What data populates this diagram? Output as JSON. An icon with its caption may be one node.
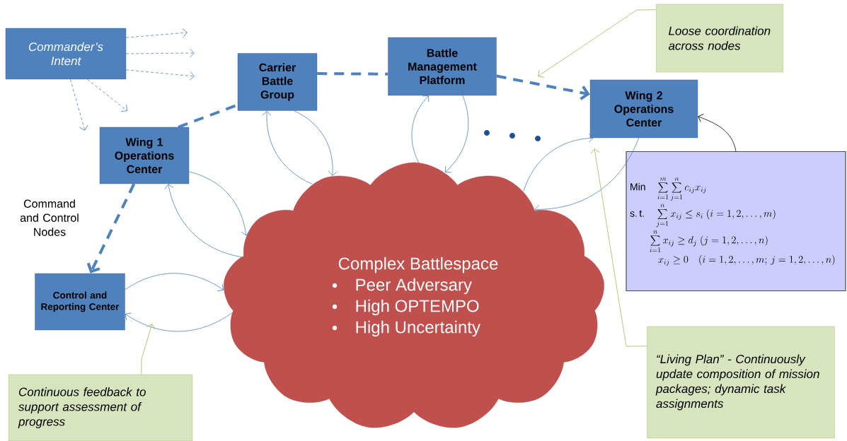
{
  "diagram": {
    "nodes": [
      {
        "text": [
          "Commander’s Intent"
        ]
      },
      {
        "text": [
          "Carrier Battle Group"
        ]
      },
      {
        "text": [
          "Battle Management Platform"
        ]
      },
      {
        "text": [
          "Wing 2 Operations Center"
        ]
      },
      {
        "text": [
          "Wing 1 Operations Center"
        ]
      },
      {
        "text": [
          "Control and Reporting Center"
        ]
      },
      {
        "text": [
          "Complex Battlespace",
          "Peer Adversary",
          "High OPTEMPO",
          "High Uncertainty"
        ]
      },
      {
        "text": [
          "\\mathrm{Min}\\quad \\sum_{i=1}^{m}\\sum_{j=1}^{n} c_{ij}x_{ij}",
          "\\mathrm{s.\\,t.}\\quad \\sum_{j=1}^{n} x_{ij} \\le s_i \\; (i=1,2,\\ldots,m)",
          "\\sum_{i=1}^{n} x_{ij} \\ge d_j \\; (j=1,2,\\ldots,n)",
          "x_{ij} \\ge 0 \\quad (i=1,2,\\ldots,m;\\, j=1,2,\\ldots,n)"
        ]
      },
      {
        "text": [
          "Loose coordination across nodes"
        ]
      },
      {
        "text": [
          "“Living Plan” - Continuously update composition of mission packages; dynamic task assignments"
        ]
      },
      {
        "text": [
          "Continuous feedback to support assessment of progress"
        ]
      }
    ],
    "edges": [
      {
        "from": 0,
        "to": null,
        "arrow": "to",
        "style": "dashed"
      },
      {
        "from": 0,
        "to": null,
        "arrow": "to",
        "style": "dashed"
      },
      {
        "from": 0,
        "to": null,
        "arrow": "to",
        "style": "dashed"
      },
      {
        "from": 0,
        "to": null,
        "arrow": "to",
        "style": "dashed"
      },
      {
        "from": 0,
        "to": null,
        "arrow": "to",
        "style": "dashed"
      },
      {
        "from": 4,
        "to": 1,
        "arrow": "none",
        "style": "dashed"
      },
      {
        "from": 1,
        "to": 2,
        "arrow": "none",
        "style": "dashed"
      },
      {
        "from": 2,
        "to": 3,
        "arrow": "to",
        "style": "dashed"
      },
      {
        "from": 4,
        "to": 5,
        "arrow": "to",
        "style": "dashed"
      },
      {
        "from": 4,
        "to": 6,
        "arrow": "to"
      },
      {
        "from": 6,
        "to": 4,
        "arrow": "to"
      },
      {
        "from": 6,
        "to": 1,
        "arrow": "to"
      },
      {
        "from": 1,
        "to": 6,
        "arrow": "to"
      },
      {
        "from": 6,
        "to": 2,
        "arrow": "to"
      },
      {
        "from": 2,
        "to": 6,
        "arrow": "to"
      },
      {
        "from": 6,
        "to": 3,
        "arrow": "to"
      },
      {
        "from": 3,
        "to": 6,
        "arrow": "to"
      },
      {
        "from": 5,
        "to": 6,
        "arrow": "to"
      },
      {
        "from": 6,
        "to": 5,
        "arrow": "to"
      },
      {
        "from": 8,
        "to": null,
        "arrow": "to",
        "color": "#9bbb59"
      },
      {
        "from": 9,
        "to": null,
        "arrow": "to",
        "color": "#9bbb59"
      },
      {
        "from": 10,
        "to": null,
        "arrow": "to",
        "color": "#9bbb59"
      },
      {
        "from": 7,
        "to": 3,
        "arrow": "to",
        "color": "#000000"
      }
    ],
    "labels": [
      "Command and Control Nodes"
    ]
  }
}
